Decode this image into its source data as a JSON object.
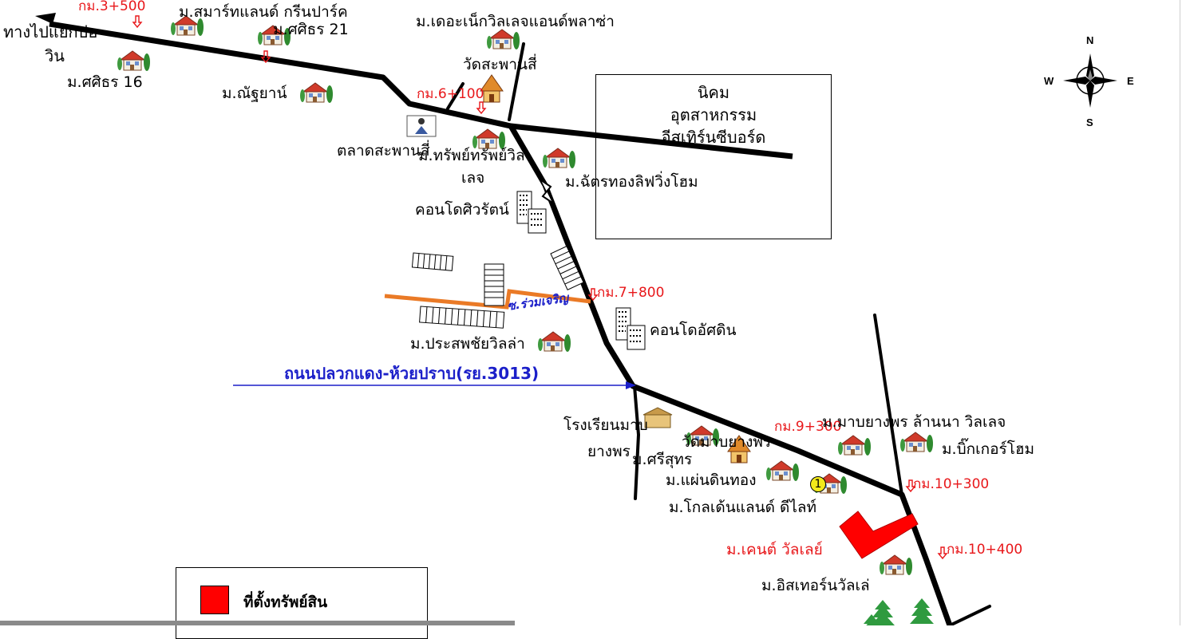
{
  "map": {
    "direction_label_line1": "ทางไปแยกบ่อ",
    "direction_label_line2": "วิน",
    "road_name": "ถนนปลวกแดง-ห้วยปราบ(รย.3013)",
    "soi_name": "ซ.ร่วมเจริญ",
    "industrial_estate": {
      "line1": "นิคม",
      "line2": "อุตสาหกรรม",
      "line3": "อีสเทิร์นซีบอร์ด"
    },
    "km_markers": [
      "กม.3+500",
      "กม.6+100",
      "กม.7+800",
      "กม.9+300",
      "กม.10+300",
      "กม.10+400"
    ],
    "places": {
      "smart_land": "ม.สมาร์ทแลนด์ กรีนปาร์ค",
      "sasithorn21": "ม.ศศิธร 21",
      "sasithorn16": "ม.ศศิธร 16",
      "nattaya": "ม.ณัฐยาน์",
      "the_next": "ม.เดอะเน็กวิลเลจแอนด์พลาซ่า",
      "wat_saphan_si": "วัดสะพานสี่",
      "talat_saphan_si": "ตลาดสะพานสี่",
      "sap_sap_line1": "ม.ทรัพย์ทรัพย์วิล",
      "sap_sap_line2": "เลจ",
      "chattong": "ม.ฉัตรทองลิฟวิ่งโฮม",
      "condo_siwarat": "คอนโดศิวรัตน์",
      "condo_atsadin": "คอนโดอัศดิน",
      "prasoppchai": "ม.ประสพชัยวิลล่า",
      "school_line1": "โรงเรียนมาบ",
      "school_line2": "ยางพร",
      "wat_map_yang_phon": "วัดมาบยางพร",
      "srisuk": "ม.ศรีสุทร",
      "maen_din_thong": "ม.แผ่นดินทอง",
      "golden_land": "ม.โกลเด้นแลนด์ ดีไลท์",
      "map_yang_phon_lanna": "ม.มาบยางพร ล้านนา วิลเลจ",
      "bigger_home": "ม.บิ๊กเกอร์โฮม",
      "kent_valley": "ม.เคนต์ วัลเลย์",
      "eastern_valley": "ม.อิสเทอร์นวัลเล่"
    },
    "property_marker_number": "1"
  },
  "compass": {
    "n": "N",
    "s": "S",
    "e": "E",
    "w": "W"
  },
  "legend": {
    "label": "ที่ตั้งทรัพย์สิน"
  },
  "colors": {
    "road": "#000000",
    "soi": "#ea7a26",
    "km_text": "#e8171a",
    "road_name": "#1b1fc9",
    "property": "#ff0000",
    "house_roof": "#d03a2a",
    "tree": "#2f8a2f"
  }
}
